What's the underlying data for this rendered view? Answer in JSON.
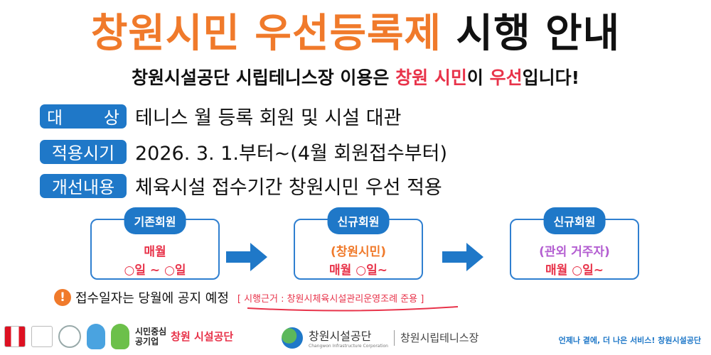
{
  "title": {
    "highlight": "창원시민 우선등록제",
    "rest": "시행 안내"
  },
  "subtitle": {
    "part1": "창원시설공단 시립테니스장 이용은 ",
    "red1": "창원 시민",
    "part2": "이 ",
    "red2": "우선",
    "part3": "입니다!"
  },
  "info_rows": [
    {
      "label_left": "대",
      "label_right": "상",
      "value": "테니스 월 등록 회원 및 시설 대관"
    },
    {
      "label": "적용시기",
      "value": "2026.  3.  1.부터~(4월 회원접수부터)"
    },
    {
      "label": "개선내용",
      "value": "체육시설 접수기간 창원시민 우선 적용"
    }
  ],
  "flow": [
    {
      "pill": "기존회원",
      "line1": "매월",
      "line2": "○일 ~ ○일"
    },
    {
      "pill": "신규회원",
      "line1": "(창원시민)",
      "line2": "매월  ○일~"
    },
    {
      "pill": "신규회원",
      "line1": "(관외 거주자)",
      "line2": "매월  ○일~"
    }
  ],
  "notice": {
    "icon": "!",
    "text": "접수일자는 당월에 공지 예정",
    "reference": "[ 시행근거 : 창원시체육시설관리운영조례 준용 ]"
  },
  "footer": {
    "corp_line1": "시민중심",
    "corp_line2": "공기업",
    "corp_script": "창원 시설공단",
    "org_name": "창원시설공단",
    "org_english": "Changwon Infrastructure Corporation",
    "facility": "창원시립테니스장",
    "slogan": "언제나 곁에, 더 나은 서비스! 창원시설공단"
  },
  "colors": {
    "brand_blue": "#1f78c8",
    "accent_orange": "#f07a2b",
    "red": "#e8334a",
    "purple": "#b35dd1"
  },
  "icons": {
    "arrow": "right-arrow-icon",
    "exclamation": "exclamation-icon"
  }
}
